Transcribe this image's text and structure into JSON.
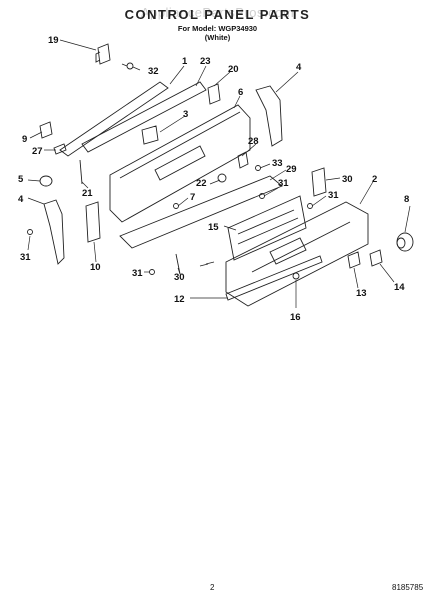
{
  "header": {
    "title": "CONTROL PANEL PARTS",
    "model_line": "For Model: WGP34930",
    "color_line": "(White)",
    "watermark": "AppliancePartsPros.com"
  },
  "parts": [
    {
      "id": "p1",
      "label": "1"
    },
    {
      "id": "p2",
      "label": "2"
    },
    {
      "id": "p3",
      "label": "3"
    },
    {
      "id": "p4a",
      "label": "4"
    },
    {
      "id": "p4b",
      "label": "4"
    },
    {
      "id": "p5",
      "label": "5"
    },
    {
      "id": "p6",
      "label": "6"
    },
    {
      "id": "p7",
      "label": "7"
    },
    {
      "id": "p8",
      "label": "8"
    },
    {
      "id": "p9",
      "label": "9"
    },
    {
      "id": "p10",
      "label": "10"
    },
    {
      "id": "p12",
      "label": "12"
    },
    {
      "id": "p13",
      "label": "13"
    },
    {
      "id": "p14",
      "label": "14"
    },
    {
      "id": "p15",
      "label": "15"
    },
    {
      "id": "p16",
      "label": "16"
    },
    {
      "id": "p19",
      "label": "19"
    },
    {
      "id": "p20",
      "label": "20"
    },
    {
      "id": "p21",
      "label": "21"
    },
    {
      "id": "p22",
      "label": "22"
    },
    {
      "id": "p23",
      "label": "23"
    },
    {
      "id": "p27",
      "label": "27"
    },
    {
      "id": "p28",
      "label": "28"
    },
    {
      "id": "p29",
      "label": "29"
    },
    {
      "id": "p30a",
      "label": "30"
    },
    {
      "id": "p30b",
      "label": "30"
    },
    {
      "id": "p31a",
      "label": "31"
    },
    {
      "id": "p31b",
      "label": "31"
    },
    {
      "id": "p31c",
      "label": "31"
    },
    {
      "id": "p31d",
      "label": "31"
    },
    {
      "id": "p32",
      "label": "32"
    },
    {
      "id": "p33",
      "label": "33"
    }
  ],
  "footer": {
    "page_number": "2",
    "doc_number": "8185785"
  }
}
